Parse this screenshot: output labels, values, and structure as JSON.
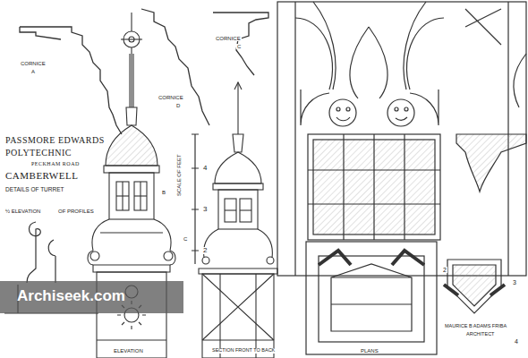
{
  "diagram": {
    "labels": [
      "CORNICE",
      "A",
      "CORNICE",
      "C",
      "CORNICE",
      "D",
      "PASSMORE EDWARDS",
      "POLYTECHNIC",
      "PECKHAM ROAD",
      "CAMBERWELL",
      "DETAILS OF TURRET",
      "½ ELEVATION",
      "OF PROFILES",
      "SCALE OF FEET",
      "4",
      "3",
      "2",
      "B",
      "C",
      "ELEVATION",
      "SECTION FRONT TO BACK",
      "PLANS",
      "2",
      "3",
      "4",
      "MAURICE B ADAMS FRIBA",
      "ARCHITECT",
      "Archiseek.com"
    ]
  }
}
